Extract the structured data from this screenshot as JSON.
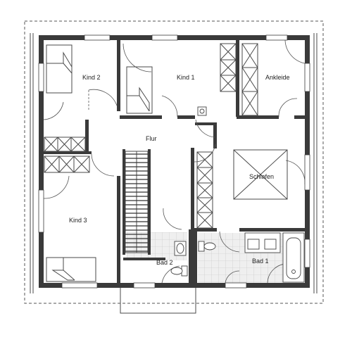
{
  "rooms": {
    "kind2": "Kind 2",
    "kind1": "Kind 1",
    "ankleide": "Ankleide",
    "flur": "Flur",
    "schlafen": "Schlafen",
    "kind3": "Kind 3",
    "bad2": "Bad 2",
    "bad1": "Bad 1"
  }
}
